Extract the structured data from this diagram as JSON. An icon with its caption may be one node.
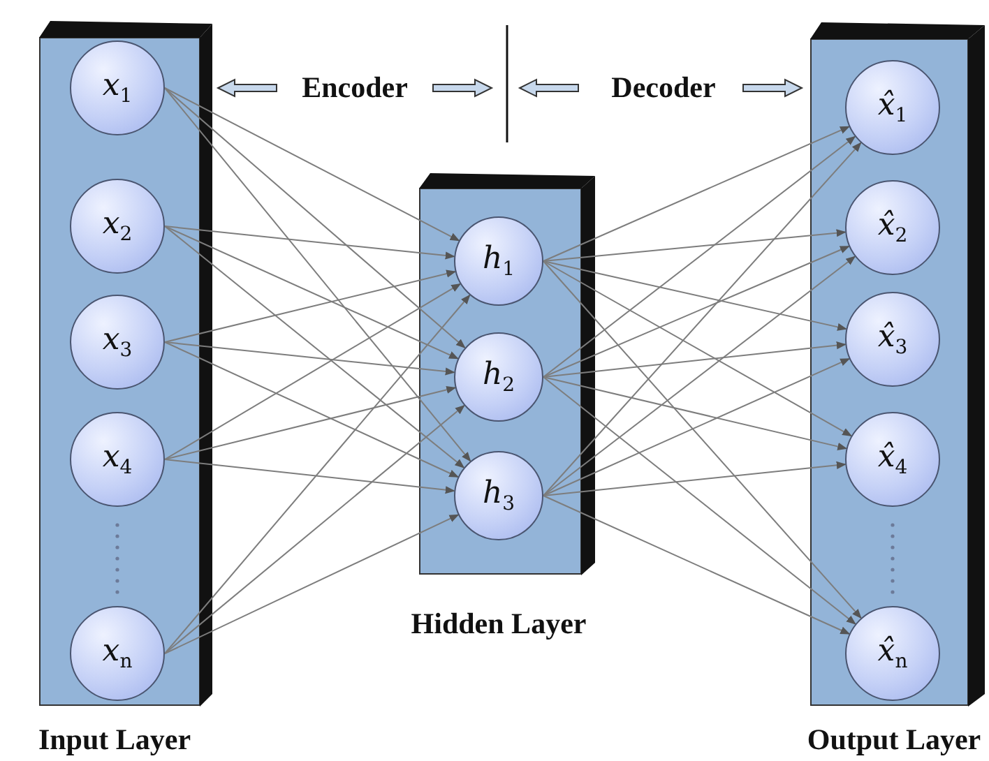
{
  "diagram": {
    "nodes": [
      {
        "text": [],
        "shape": "box",
        "beside": [
          "Input Layer"
        ]
      },
      {
        "text": [
          "*x*$_{1}$"
        ],
        "in": 0
      },
      {
        "text": [
          "*x*$_{2}$"
        ],
        "in": 0
      },
      {
        "text": [
          "*x*$_{3}$"
        ],
        "in": 0
      },
      {
        "text": [
          "*x*$_{4}$"
        ],
        "in": 0
      },
      {
        "text": [
          "*x*$_{n}$"
        ],
        "in": 0
      },
      {
        "text": [],
        "shape": "box",
        "beside": [
          "Hidden Layer"
        ]
      },
      {
        "text": [
          "*h*$_{1}$"
        ],
        "in": 6
      },
      {
        "text": [
          "*h*$_{2}$"
        ],
        "in": 6
      },
      {
        "text": [
          "*h*$_{3}$"
        ],
        "in": 6
      },
      {
        "text": [],
        "shape": "box",
        "beside": [
          "Output Layer"
        ]
      },
      {
        "text": [
          "*x̂*$_{1}$"
        ],
        "in": 10
      },
      {
        "text": [
          "*x̂*$_{2}$"
        ],
        "in": 10
      },
      {
        "text": [
          "*x̂*$_{3}$"
        ],
        "in": 10
      },
      {
        "text": [
          "*x̂*$_{4}$"
        ],
        "in": 10
      },
      {
        "text": [
          "*x̂*$_{n}$"
        ],
        "in": 10
      }
    ],
    "edges": [
      {
        "from": 1,
        "to": 7,
        "arrow": "to"
      },
      {
        "from": 1,
        "to": 8,
        "arrow": "to"
      },
      {
        "from": 1,
        "to": 9,
        "arrow": "to"
      },
      {
        "from": 2,
        "to": 7,
        "arrow": "to"
      },
      {
        "from": 2,
        "to": 8,
        "arrow": "to"
      },
      {
        "from": 2,
        "to": 9,
        "arrow": "to"
      },
      {
        "from": 3,
        "to": 7,
        "arrow": "to"
      },
      {
        "from": 3,
        "to": 8,
        "arrow": "to"
      },
      {
        "from": 3,
        "to": 9,
        "arrow": "to"
      },
      {
        "from": 4,
        "to": 7,
        "arrow": "to"
      },
      {
        "from": 4,
        "to": 8,
        "arrow": "to"
      },
      {
        "from": 4,
        "to": 9,
        "arrow": "to"
      },
      {
        "from": 5,
        "to": 7,
        "arrow": "to"
      },
      {
        "from": 5,
        "to": 8,
        "arrow": "to"
      },
      {
        "from": 5,
        "to": 9,
        "arrow": "to"
      },
      {
        "from": 7,
        "to": 11,
        "arrow": "to"
      },
      {
        "from": 7,
        "to": 12,
        "arrow": "to"
      },
      {
        "from": 7,
        "to": 13,
        "arrow": "to"
      },
      {
        "from": 7,
        "to": 14,
        "arrow": "to"
      },
      {
        "from": 7,
        "to": 15,
        "arrow": "to"
      },
      {
        "from": 8,
        "to": 11,
        "arrow": "to"
      },
      {
        "from": 8,
        "to": 12,
        "arrow": "to"
      },
      {
        "from": 8,
        "to": 13,
        "arrow": "to"
      },
      {
        "from": 8,
        "to": 14,
        "arrow": "to"
      },
      {
        "from": 8,
        "to": 15,
        "arrow": "to"
      },
      {
        "from": 9,
        "to": 11,
        "arrow": "to"
      },
      {
        "from": 9,
        "to": 12,
        "arrow": "to"
      },
      {
        "from": 9,
        "to": 13,
        "arrow": "to"
      },
      {
        "from": 9,
        "to": 14,
        "arrow": "to"
      },
      {
        "from": 9,
        "to": 15,
        "arrow": "to"
      }
    ],
    "labels": [
      "Encoder",
      "Decoder"
    ]
  }
}
